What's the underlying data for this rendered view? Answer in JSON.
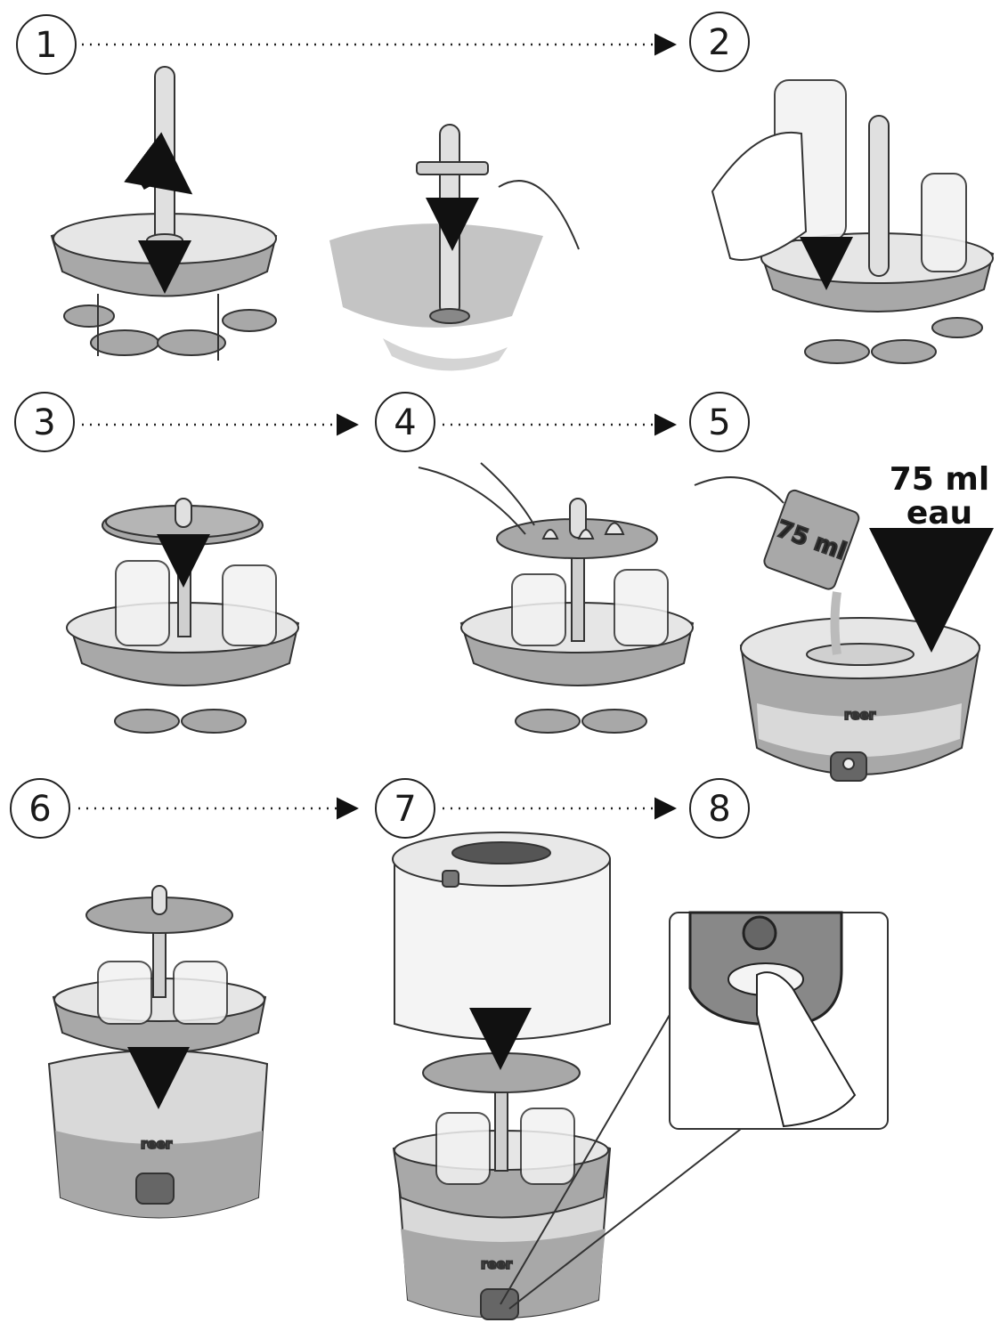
{
  "steps": [
    {
      "number": "1"
    },
    {
      "number": "2"
    },
    {
      "number": "3"
    },
    {
      "number": "4"
    },
    {
      "number": "5"
    },
    {
      "number": "6"
    },
    {
      "number": "7"
    },
    {
      "number": "8"
    }
  ],
  "water_label": {
    "line1": "75 ml",
    "line2": "eau"
  },
  "cup_label": "75 ml",
  "brand": "reer",
  "colors": {
    "base_gray": "#a8a8a8",
    "light_gray": "#d9d9d9",
    "outline": "#333333"
  }
}
